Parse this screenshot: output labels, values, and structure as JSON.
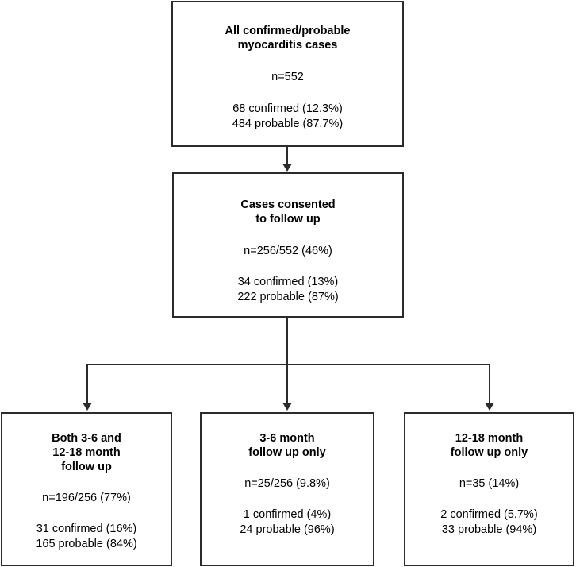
{
  "diagram": {
    "type": "flowchart",
    "orientation": "top-down",
    "line_color": "#2b2b2b",
    "box_fill": "#ffffff",
    "text_color": "#000000"
  },
  "nodes": {
    "all_cases": {
      "title": "All confirmed/probable\nmyocarditis cases",
      "n_line": "n=552",
      "breakdown": "68 confirmed (12.3%)\n484 probable (87.7%)",
      "total": 552,
      "confirmed": 68,
      "confirmed_pct": "12.3%",
      "probable": 484,
      "probable_pct": "87.7%"
    },
    "consented": {
      "title": "Cases consented\nto follow up",
      "n_line": "n=256/552 (46%)",
      "breakdown": "34 confirmed (13%)\n222 probable (87%)",
      "total": 256,
      "denominator": 552,
      "total_pct": "46%",
      "confirmed": 34,
      "confirmed_pct": "13%",
      "probable": 222,
      "probable_pct": "87%"
    },
    "both_visits": {
      "title": "Both 3-6 and\n12-18 month\nfollow up",
      "n_line": "n=196/256 (77%)",
      "breakdown": "31 confirmed (16%)\n165 probable (84%)",
      "total": 196,
      "denominator": 256,
      "total_pct": "77%",
      "confirmed": 31,
      "confirmed_pct": "16%",
      "probable": 165,
      "probable_pct": "84%"
    },
    "three_to_six": {
      "title": "3-6 month\nfollow up only",
      "n_line": "n=25/256 (9.8%)",
      "breakdown": "1 confirmed (4%)\n24 probable (96%)",
      "total": 25,
      "denominator": 256,
      "total_pct": "9.8%",
      "confirmed": 1,
      "confirmed_pct": "4%",
      "probable": 24,
      "probable_pct": "96%"
    },
    "twelve_to_eighteen": {
      "title": "12-18 month\nfollow up only",
      "n_line": "n=35 (14%)",
      "breakdown": "2 confirmed (5.7%)\n33 probable (94%)",
      "total": 35,
      "total_pct": "14%",
      "confirmed": 2,
      "confirmed_pct": "5.7%",
      "probable": 33,
      "probable_pct": "94%"
    }
  },
  "edges": [
    {
      "from": "all_cases",
      "to": "consented",
      "style": "arrow"
    },
    {
      "from": "consented",
      "to": "both_visits",
      "style": "arrow"
    },
    {
      "from": "consented",
      "to": "three_to_six",
      "style": "arrow"
    },
    {
      "from": "consented",
      "to": "twelve_to_eighteen",
      "style": "arrow"
    }
  ]
}
